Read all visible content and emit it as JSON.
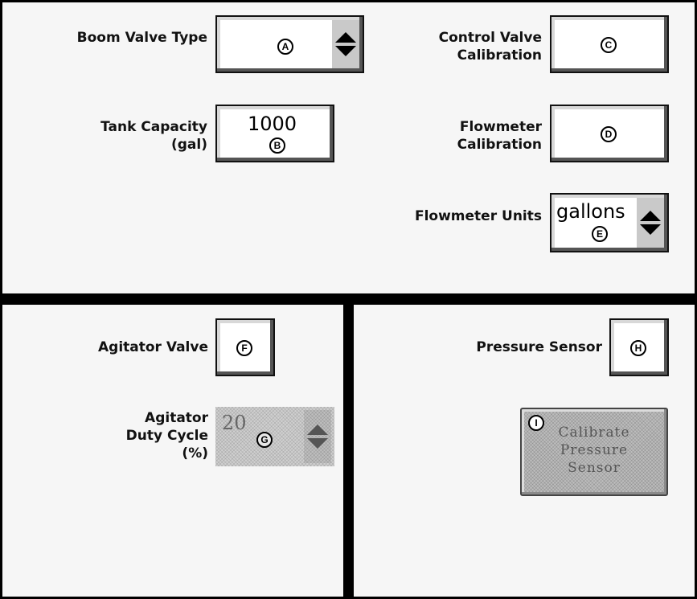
{
  "top_panel": {
    "boom_valve_type": {
      "label": "Boom Valve Type",
      "marker": "A"
    },
    "tank_capacity": {
      "label": "Tank Capacity (gal)",
      "value": "1000",
      "marker": "B"
    },
    "control_valve_calibration": {
      "label": "Control Valve Calibration",
      "marker": "C"
    },
    "flowmeter_calibration": {
      "label": "Flowmeter Calibration",
      "marker": "D"
    },
    "flowmeter_units": {
      "label": "Flowmeter Units",
      "value": "gallons",
      "marker": "E"
    }
  },
  "agitator_panel": {
    "agitator_valve": {
      "label": "Agitator Valve",
      "marker": "F"
    },
    "agitator_duty_cycle": {
      "label": "Agitator Duty Cycle (%)",
      "value": "20",
      "marker": "G",
      "enabled": false
    }
  },
  "pressure_panel": {
    "pressure_sensor": {
      "label": "Pressure Sensor",
      "marker": "H"
    },
    "calibrate_button": {
      "label": "Calibrate Pressure Sensor",
      "marker": "I",
      "enabled": false
    }
  },
  "colors": {
    "background": "#f6f6f6",
    "border": "#000000",
    "disabled": "#bdbdbd",
    "disabled_text": "#555555"
  },
  "icons": {
    "spinner": "up-down-arrow-icon"
  }
}
